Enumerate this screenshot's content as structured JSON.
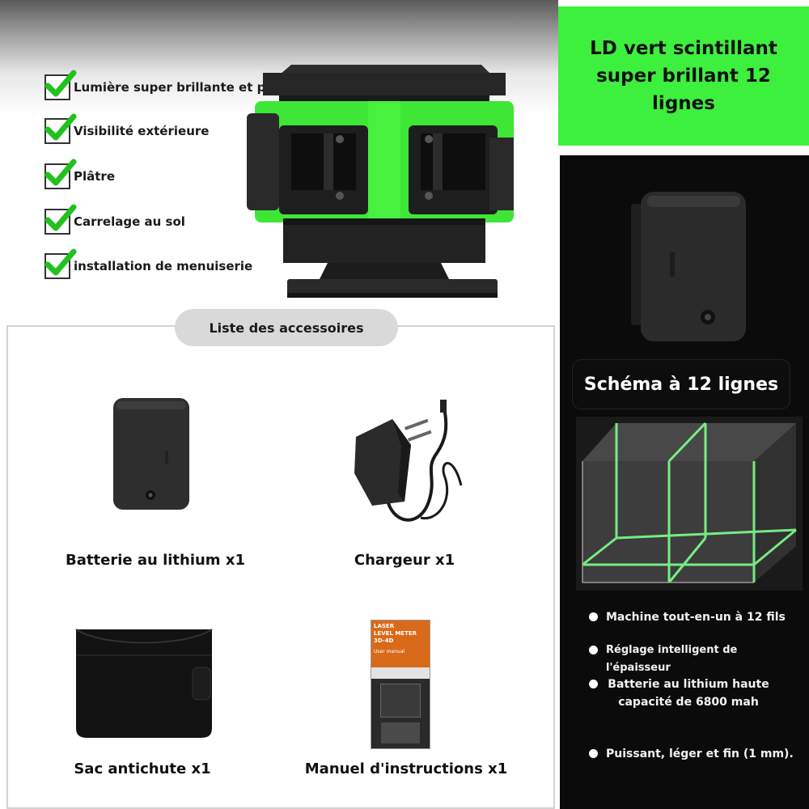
{
  "features_left": [
    "Lumière super brillante et puissante",
    "Visibilité extérieure",
    "Plâtre",
    "Carrelage au sol",
    "installation de menuiserie"
  ],
  "header": {
    "title": "LD vert scintillant super brillant 12 lignes"
  },
  "accessories": {
    "heading": "Liste des accessoires",
    "items": [
      "Batterie au lithium x1",
      "Chargeur x1",
      "Sac antichute x1",
      "Manuel d'instructions x1"
    ],
    "manual_cover_text": [
      "LASER",
      "LEVEL METER",
      "3D-4D",
      "User manual"
    ]
  },
  "schema": {
    "label": "Schéma à 12 lignes"
  },
  "features_right": [
    "Machine tout-en-un à 12 fils",
    "Réglage intelligent de l'épaisseur",
    "Batterie au lithium haute capacité de 6800 mah",
    "Puissant, léger et fin (1 mm)."
  ],
  "colors": {
    "accent_green": "#3df03d",
    "check_green": "#22c21e",
    "laser_green": "#7dff8a",
    "panel_dark": "#0b0b0b"
  },
  "icons": [
    "checkmark-icon",
    "bullet-dot-icon"
  ]
}
